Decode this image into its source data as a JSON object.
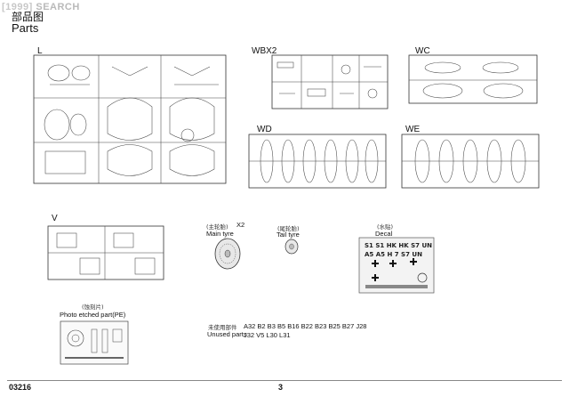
{
  "watermark": {
    "text": "SEARCH"
  },
  "header": {
    "title_cn": "部品图",
    "title_en": "Parts"
  },
  "sprues": [
    {
      "name": "L"
    },
    {
      "name": "WBX2"
    },
    {
      "name": "WC"
    },
    {
      "name": "WD"
    },
    {
      "name": "WE"
    },
    {
      "name": "V"
    }
  ],
  "main_tyre": {
    "cn": "(主轮胎)",
    "count": "X2",
    "en": "Main tyre"
  },
  "tail_tyre": {
    "cn": "(尾轮胎)",
    "en": "Tail tyre"
  },
  "decal": {
    "cn": "(水贴)",
    "en": "Decal"
  },
  "photo_etched": {
    "cn": "(蚀刻片)",
    "en": "Photo etched part(PE)"
  },
  "unused_parts": {
    "cn": "未使用部件",
    "en": "Unused parts",
    "line1": "A32 B2 B3 B5 B16 B22 B23 B25 B27 J28",
    "line2": "J32 V5 L30 L31"
  },
  "footer": {
    "code": "03216",
    "page": "3"
  }
}
